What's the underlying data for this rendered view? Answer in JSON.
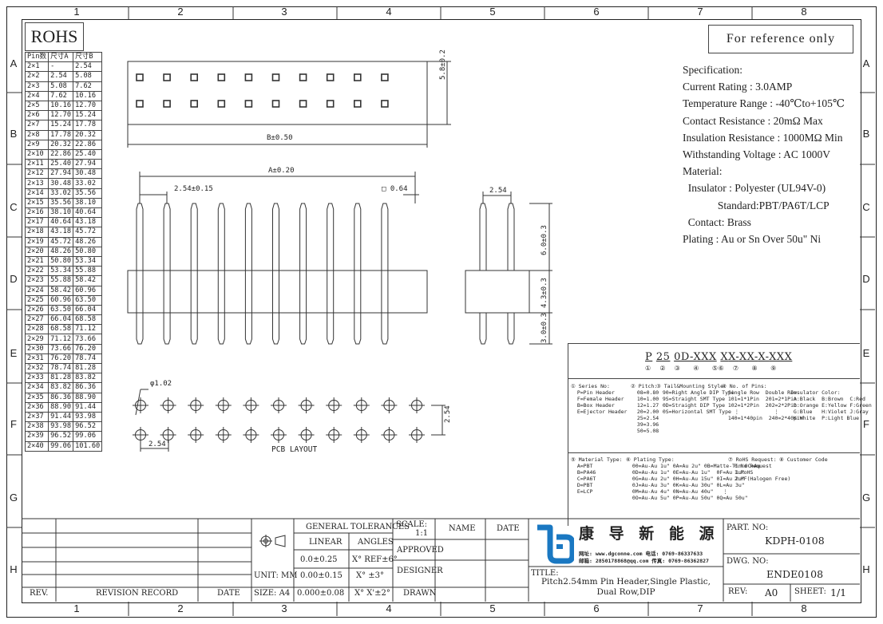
{
  "zones": {
    "cols": [
      "1",
      "2",
      "3",
      "4",
      "5",
      "6",
      "7",
      "8"
    ],
    "rows": [
      "A",
      "B",
      "C",
      "D",
      "E",
      "F",
      "G",
      "H"
    ]
  },
  "rohs_label": "ROHS",
  "reference_label": "For reference only",
  "pin_table": {
    "headers": [
      "Pin数",
      "尺寸A",
      "尺寸B"
    ],
    "rows": [
      [
        "2×1",
        "-",
        "2.54"
      ],
      [
        "2×2",
        "2.54",
        "5.08"
      ],
      [
        "2×3",
        "5.08",
        "7.62"
      ],
      [
        "2×4",
        "7.62",
        "10.16"
      ],
      [
        "2×5",
        "10.16",
        "12.70"
      ],
      [
        "2×6",
        "12.70",
        "15.24"
      ],
      [
        "2×7",
        "15.24",
        "17.78"
      ],
      [
        "2×8",
        "17.78",
        "20.32"
      ],
      [
        "2×9",
        "20.32",
        "22.86"
      ],
      [
        "2×10",
        "22.86",
        "25.40"
      ],
      [
        "2×11",
        "25.40",
        "27.94"
      ],
      [
        "2×12",
        "27.94",
        "30.48"
      ],
      [
        "2×13",
        "30.48",
        "33.02"
      ],
      [
        "2×14",
        "33.02",
        "35.56"
      ],
      [
        "2×15",
        "35.56",
        "38.10"
      ],
      [
        "2×16",
        "38.10",
        "40.64"
      ],
      [
        "2×17",
        "40.64",
        "43.18"
      ],
      [
        "2×18",
        "43.18",
        "45.72"
      ],
      [
        "2×19",
        "45.72",
        "48.26"
      ],
      [
        "2×20",
        "48.26",
        "50.80"
      ],
      [
        "2×21",
        "50.80",
        "53.34"
      ],
      [
        "2×22",
        "53.34",
        "55.88"
      ],
      [
        "2×23",
        "55.88",
        "58.42"
      ],
      [
        "2×24",
        "58.42",
        "60.96"
      ],
      [
        "2×25",
        "60.96",
        "63.50"
      ],
      [
        "2×26",
        "63.50",
        "66.04"
      ],
      [
        "2×27",
        "66.04",
        "68.58"
      ],
      [
        "2×28",
        "68.58",
        "71.12"
      ],
      [
        "2×29",
        "71.12",
        "73.66"
      ],
      [
        "2×30",
        "73.66",
        "76.20"
      ],
      [
        "2×31",
        "76.20",
        "78.74"
      ],
      [
        "2×32",
        "78.74",
        "81.28"
      ],
      [
        "2×33",
        "81.28",
        "83.82"
      ],
      [
        "2×34",
        "83.82",
        "86.36"
      ],
      [
        "2×35",
        "86.36",
        "88.90"
      ],
      [
        "2×36",
        "88.90",
        "91.44"
      ],
      [
        "2×37",
        "91.44",
        "93.98"
      ],
      [
        "2×38",
        "93.98",
        "96.52"
      ],
      [
        "2×39",
        "96.52",
        "99.06"
      ],
      [
        "2×40",
        "99.06",
        "101.60"
      ]
    ]
  },
  "dims": {
    "height_58": "5.8±0.2",
    "b_dim": "B±0.50",
    "a_dim": "A±0.20",
    "pitch_dim": "2.54±0.15",
    "square_dim": "□ 0.64",
    "side_pitch": "2.54",
    "h60": "6.0±0.3",
    "h43": "4.3±0.3",
    "h30": "3.0±0.3",
    "hole_dia": "φ1.02",
    "pcb_pitch_x": "2.54",
    "pcb_pitch_y": "2.54",
    "pcb_label": "PCB LAYOUT"
  },
  "specs": [
    "Specification:",
    "Current Rating : 3.0AMP",
    "Temperature Range : -40℃to+105℃",
    "Contact Resistance : 20mΩ Max",
    "Insulation Resistance : 1000MΩ Min",
    "Withstanding Voltage : AC 1000V",
    "Material:",
    "  Insulator : Polyester (UL94V-0)",
    "             Standard:PBT/PA6T/LCP",
    "  Contact: Brass",
    "Plating : Au or Sn Over 50u\" Ni"
  ],
  "part_code": {
    "segments": [
      "P",
      "25",
      "0D-XXX",
      "X",
      "X-",
      "XX-",
      "X-",
      "XXX"
    ],
    "markers": [
      "①",
      "②",
      "③",
      "④",
      "⑤",
      "⑥",
      "⑦",
      "⑧",
      "⑨"
    ]
  },
  "legend": {
    "series": "① Series No:\n  P=Pin Header\n  F=Female Header\n  B=Box Header\n  E=Ejector Header",
    "pitch": "② Pitch:\n  08=0.80\n  10=1.00\n  12=1.27\n  20=2.00\n  25=2.54\n  39=3.96\n  50=5.08",
    "tail": "③ Tail&Mounting Style:\n  90=Right Angle DIP Type\n  9S=Straight SMT Type\n  0D=Straight DIP Type\n  0S=Horizontal SMT Type",
    "pins": "④ No. of Pins:\n  Single Row  Double Row\n  101=1*1Pin  201=2*1Pin\n  102=1*2Pin  202=2*2Pin\n    ⋮           ⋮\n  140=1*40pin  240=2*40pin",
    "color": "Insulator Color:\n A:Black  B:Brown  C:Red\n D:Orange E:Yellow F:Green\n G:Blue   H:Violet J:Gray\n K:White  P:Light Blue",
    "material": "⑤ Material Type:\n  A=PBT\n  B=PA46\n  C=PA6T\n  D=PBT\n  E=LCP",
    "plating": "⑥ Plating Type:\n  00=Au-Au 1u\" 0A=Au 2u\" 0B=Matte-Tin 0C=Au\n  0D=Au-Au 1u\" 0E=Au-Au 1u\"  0F=Au 1u\"\n  0G=Au-Au 2u\" 0H=Au-Au 15u\" 0I=Au 2u\"\n  0J=Au-Au 3u\" 0K=Au-Au 30u\" 0L=Au 3u\"\n  0M=Au-Au 4u\" 0N=Au-Au 40u\"   ⋮\n  0O=Au-Au 5u\" 0P=Au-Au 50u\" 0Q=Au 50u\"",
    "rohs": "⑦ RoHS Request:\n  0:No Request\n  1:RoHS\n  2:HF(Halogen Free)",
    "customer": "⑧ Customer Code"
  },
  "title_block": {
    "general_tol": "GENERAL TOLERANCES",
    "linear": "LINEAR",
    "angles": "ANGLES",
    "l1": "0.0±0.25",
    "l2": "0.00±0.15",
    "l3": "0.000±0.08",
    "a1": "X° REF±6°",
    "a2": "X° ±3°",
    "a3": "X° X'±2°",
    "unit": "UNIT: MM",
    "size": "SIZE: A4",
    "scale_lbl": "SCALE:",
    "scale_val": "1:1",
    "approved": "APPROVED",
    "designer": "DESIGNER",
    "drawn": "DRAWN",
    "name": "NAME",
    "date": "DATE",
    "rev": "REV.",
    "rev_record": "REVISION RECORD",
    "rev_date": "DATE",
    "company_cn": "康 导 新 能 源",
    "contact_line1": "网址: www.dgconne.com   电话: 0769-86337633",
    "contact_line2": "邮箱: 2850178868@qq.com 传真: 0769-86362827",
    "title_lbl": "TITLE:",
    "title_val": "Pitch2.54mm Pin Header,Single Plastic, Dual Row,DIP",
    "part_no_lbl": "PART. NO:",
    "part_no": "KDPH-0108",
    "dwg_no_lbl": "DWG. NO:",
    "dwg_no": "ENDE0108",
    "rev_lbl": "REV:",
    "rev_val": "A0",
    "sheet_lbl": "SHEET:",
    "sheet_val": "1/1"
  },
  "colors": {
    "line": "#222222",
    "logo_blue": "#1a78c2"
  }
}
